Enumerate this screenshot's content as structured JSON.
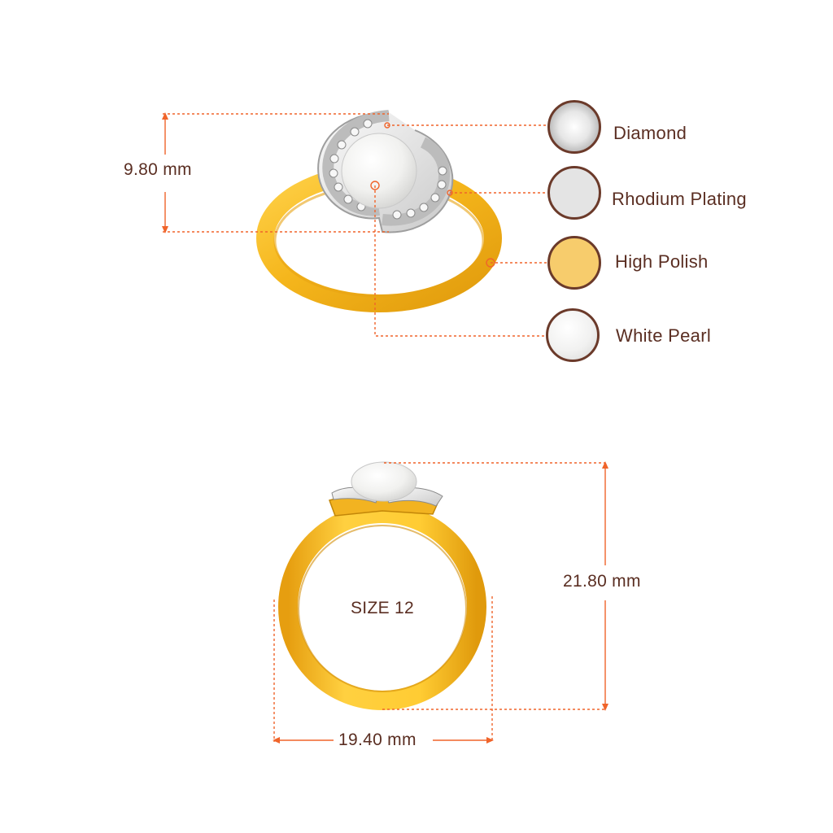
{
  "measurements": {
    "head_height": "9.80 mm",
    "ring_height": "21.80 mm",
    "ring_width": "19.40 mm",
    "size": "SIZE 12"
  },
  "legend": [
    {
      "label": "Diamond",
      "icon": "diamond-swatch"
    },
    {
      "label": "Rhodium Plating",
      "icon": "rhodium-swatch"
    },
    {
      "label": "High Polish",
      "icon": "gold-swatch"
    },
    {
      "label": "White Pearl",
      "icon": "pearl-swatch"
    }
  ],
  "colors": {
    "dimension_line": "#f0642a",
    "text": "#5a2e22",
    "gold": "#f5b61c",
    "gold_dark": "#d99810",
    "rhodium": "#e4e4e4",
    "pearl": "#f4f4f2",
    "swatch_border": "#6b3a2a"
  }
}
